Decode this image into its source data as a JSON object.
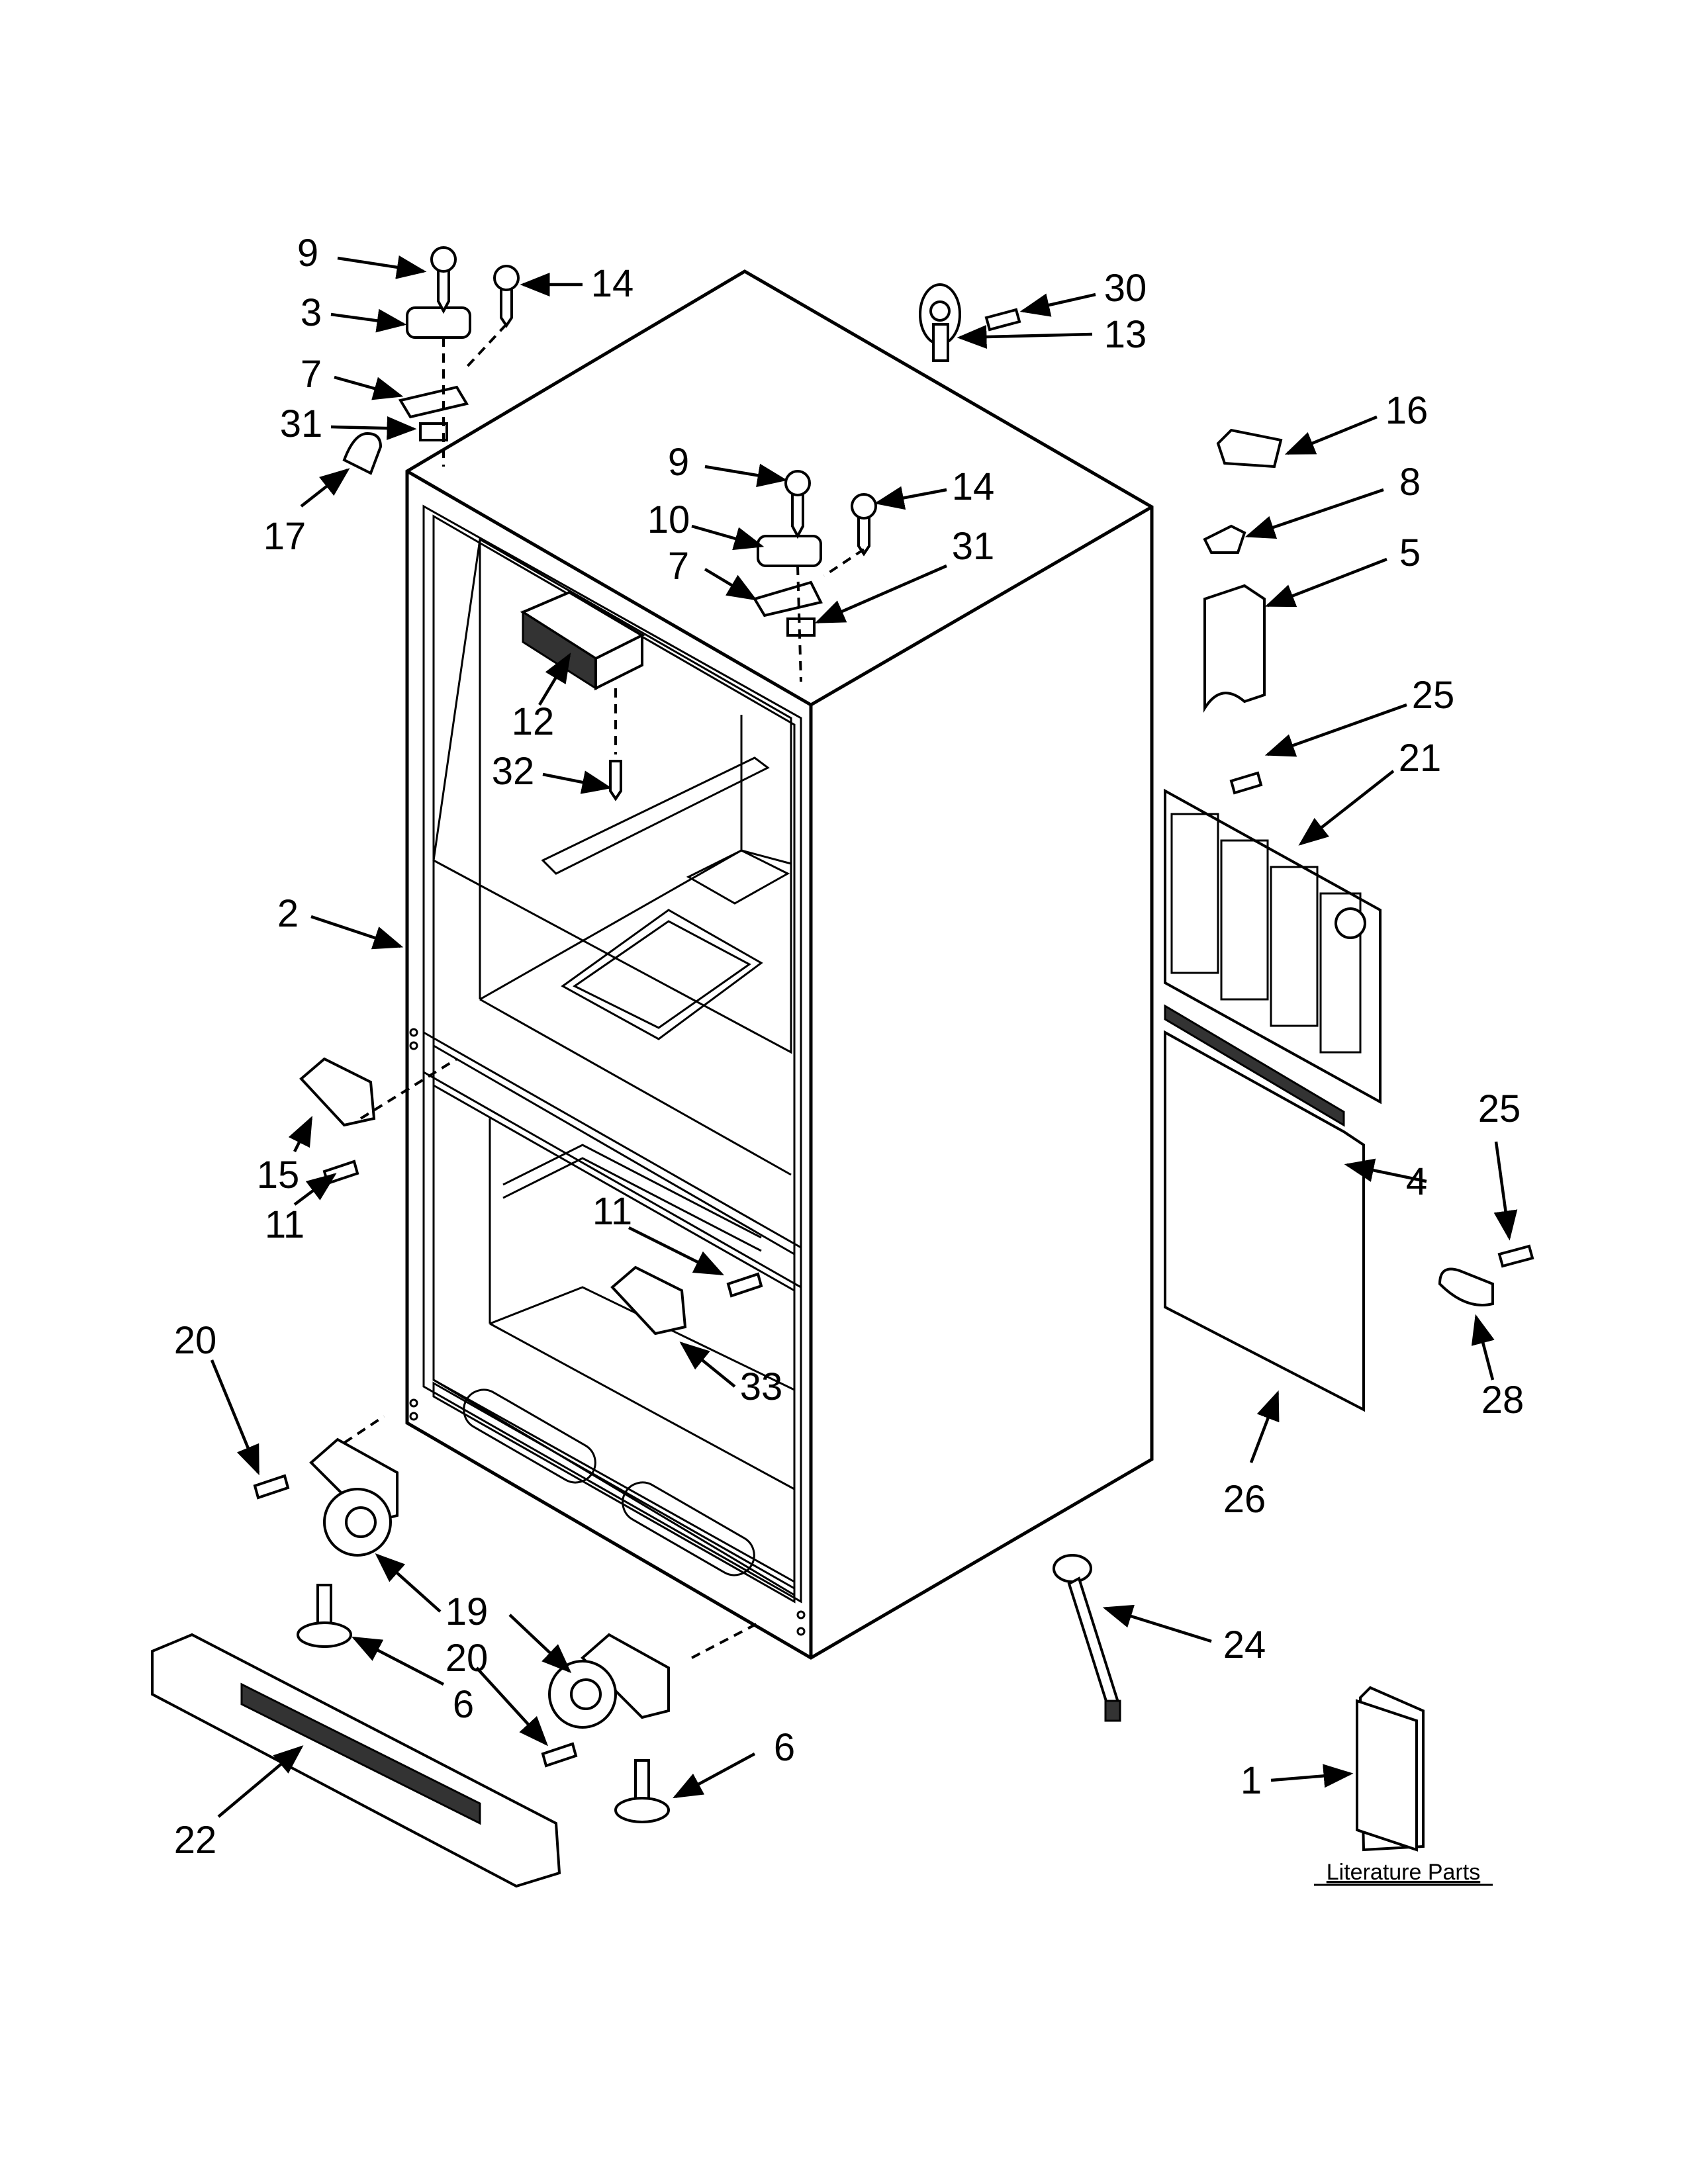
{
  "labels": {
    "l9a": "9",
    "l14a": "14",
    "l3": "3",
    "l7a": "7",
    "l31a": "31",
    "l17": "17",
    "l30": "30",
    "l13": "13",
    "l16": "16",
    "l8": "8",
    "l5": "5",
    "l9b": "9",
    "l14b": "14",
    "l10": "10",
    "l7b": "7",
    "l31b": "31",
    "l12": "12",
    "l32": "32",
    "l25a": "25",
    "l21": "21",
    "l2": "2",
    "l15": "15",
    "l11a": "11",
    "l11b": "11",
    "l4": "4",
    "l25b": "25",
    "l28": "28",
    "l33": "33",
    "l20a": "20",
    "l26": "26",
    "l19": "19",
    "l24": "24",
    "l20b": "20",
    "l6a": "6",
    "l6b": "6",
    "l22": "22",
    "l1": "1"
  },
  "literature_caption": "Literature Parts"
}
